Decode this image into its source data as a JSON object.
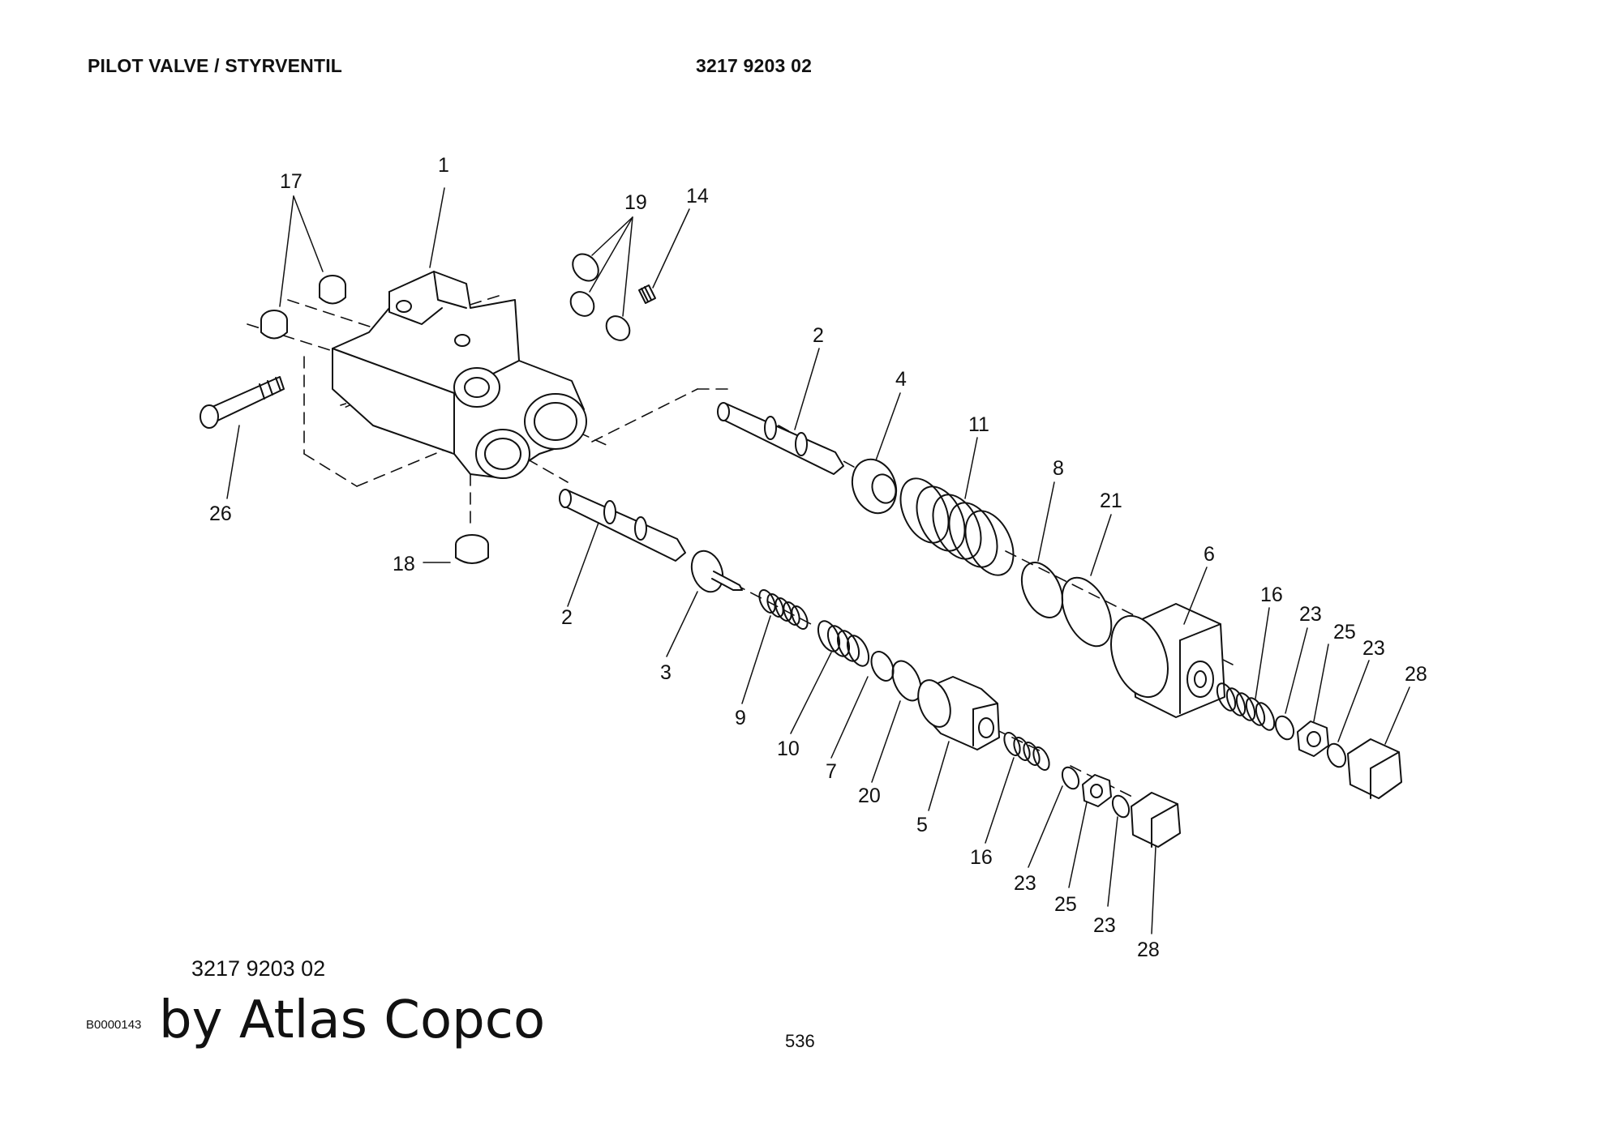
{
  "header": {
    "title": "PILOT VALVE / STYRVENTIL",
    "document_number": "3217 9203 02"
  },
  "callouts": [
    {
      "id": "c1",
      "text": "1"
    },
    {
      "id": "c17",
      "text": "17"
    },
    {
      "id": "c19",
      "text": "19"
    },
    {
      "id": "c14",
      "text": "14"
    },
    {
      "id": "c26",
      "text": "26"
    },
    {
      "id": "c18",
      "text": "18"
    },
    {
      "id": "c2a",
      "text": "2"
    },
    {
      "id": "c4",
      "text": "4"
    },
    {
      "id": "c11",
      "text": "11"
    },
    {
      "id": "c8",
      "text": "8"
    },
    {
      "id": "c21",
      "text": "21"
    },
    {
      "id": "c6",
      "text": "6"
    },
    {
      "id": "c16a",
      "text": "16"
    },
    {
      "id": "c23a",
      "text": "23"
    },
    {
      "id": "c25a",
      "text": "25"
    },
    {
      "id": "c23b",
      "text": "23"
    },
    {
      "id": "c28a",
      "text": "28"
    },
    {
      "id": "c2b",
      "text": "2"
    },
    {
      "id": "c3",
      "text": "3"
    },
    {
      "id": "c9",
      "text": "9"
    },
    {
      "id": "c10",
      "text": "10"
    },
    {
      "id": "c7",
      "text": "7"
    },
    {
      "id": "c20",
      "text": "20"
    },
    {
      "id": "c5",
      "text": "5"
    },
    {
      "id": "c16b",
      "text": "16"
    },
    {
      "id": "c23c",
      "text": "23"
    },
    {
      "id": "c25b",
      "text": "25"
    },
    {
      "id": "c23d",
      "text": "23"
    },
    {
      "id": "c28b",
      "text": "28"
    }
  ],
  "footer": {
    "drawing_number": "3217 9203 02",
    "image_code": "B0000143",
    "brand": "by Atlas Copco",
    "page_number": "536"
  }
}
